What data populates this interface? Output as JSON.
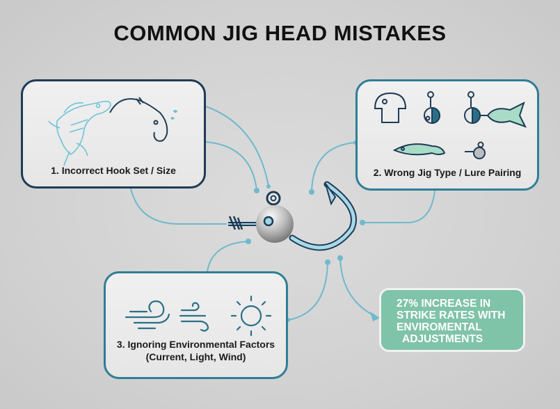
{
  "title": "COMMON JIG HEAD MISTAKES",
  "cards": [
    {
      "label": "1. Incorrect Hook Set / Size",
      "icons": [
        "bass-fish-icon",
        "fishing-hook-icon",
        "water-drops-icon"
      ]
    },
    {
      "label": "2. Wrong Jig Type / Lure Pairing",
      "icons": [
        "mushroom-jig-icon",
        "football-jig-icon",
        "jig-with-swimbait-icon",
        "paddle-tail-grub-icon",
        "ball-jig-icon"
      ]
    },
    {
      "label_lines": [
        "3. Ignoring Environmental Factors",
        "(Current, Light, Wind)"
      ],
      "icons": [
        "current-icon",
        "wind-icon",
        "sun-icon"
      ]
    }
  ],
  "stat_callout": {
    "lines": [
      "27% INCREASE IN",
      "STRIKE RATES WITH",
      "ENVIROMENTAL",
      "ADJUSTMENTS"
    ]
  },
  "center": {
    "icon": "jig-head-hook-icon"
  },
  "colors": {
    "background": "#d2d2d2",
    "card1_border": "#1d3b55",
    "card_border": "#2f7e95",
    "connector": "#6fb9cc",
    "stat_fill": "#7fc3a8",
    "icon_teal": "#2a6f86",
    "icon_mint": "#a8dcc6"
  }
}
